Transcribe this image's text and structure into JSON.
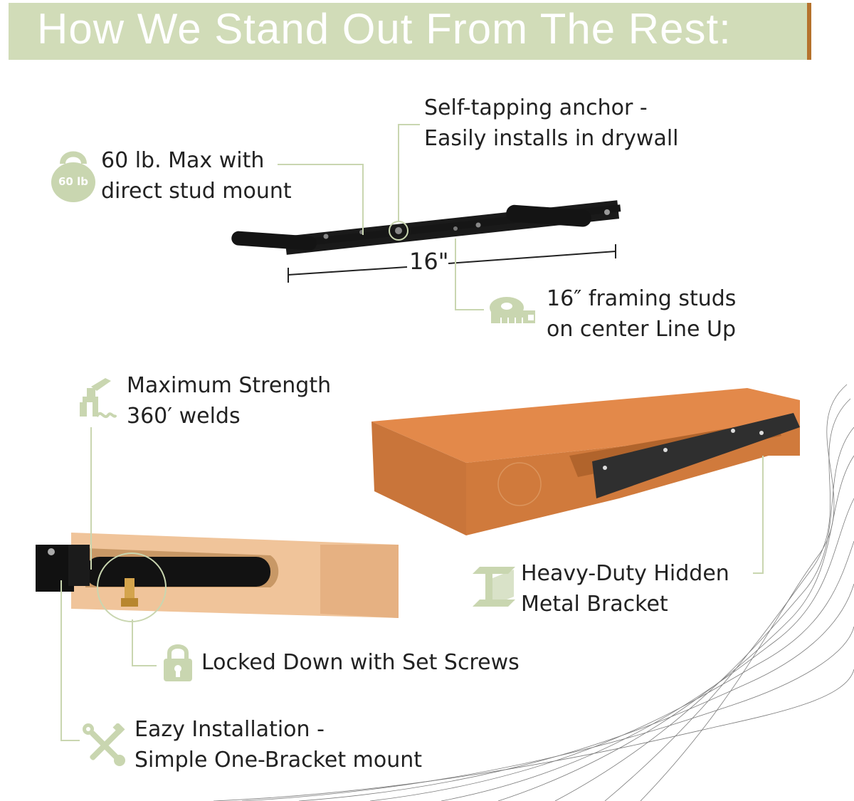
{
  "header": {
    "title": "How We Stand Out From The Rest:"
  },
  "colors": {
    "banner": "#d1dcb8",
    "accent": "#b5722c",
    "icon_green": "#c9d6b0",
    "wood": "#c9753a",
    "bracket": "#1a1a1a"
  },
  "features": {
    "max_load": {
      "line1": "60 lb. Max with",
      "line2": "direct stud mount",
      "icon": "weight-icon",
      "icon_text": "60 lb"
    },
    "anchor": {
      "line1": "Self-tapping anchor -",
      "line2": "Easily installs in drywall"
    },
    "studs": {
      "line1": "16″ framing studs",
      "line2": "on center Line Up",
      "icon": "tape-measure-icon"
    },
    "welds": {
      "line1": "Maximum Strength",
      "line2": "360′ welds",
      "icon": "welding-icon"
    },
    "bracket": {
      "line1": "Heavy-Duty Hidden",
      "line2": "Metal Bracket",
      "icon": "steel-beam-icon"
    },
    "screws": {
      "line1": "Locked Down with Set Screws",
      "icon": "lock-icon"
    },
    "install": {
      "line1": "Eazy Installation -",
      "line2": "Simple One-Bracket mount",
      "icon": "tools-icon"
    }
  },
  "dimension": {
    "label": "16\""
  }
}
